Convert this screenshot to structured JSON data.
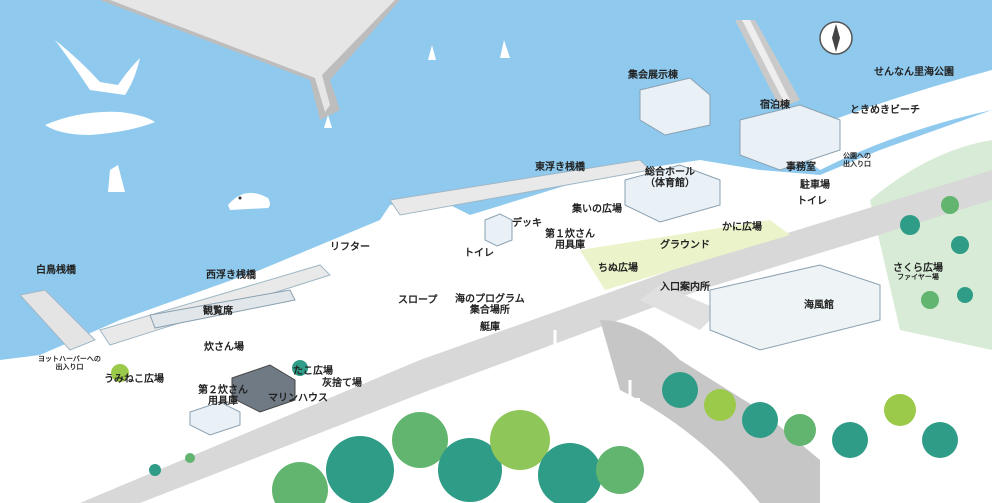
{
  "map": {
    "colors": {
      "sea": "#8fcaee",
      "land": "#ffffff",
      "road": "#c9c9c9",
      "field": "#eaf3c9",
      "tree_dark": "#2e9c86",
      "tree_light": "#9bc94a"
    },
    "labels": {
      "shukai_tenjito": "集会展示棟",
      "sennan_park": "せんなん里海公園",
      "shukuhakuto": "宿泊棟",
      "tokimeki_beach": "ときめきビーチ",
      "park_entrance_1": "公園への",
      "park_entrance_2": "出入り口",
      "jimushitsu": "事務室",
      "chushajo_east": "駐車場",
      "toilet_east": "トイレ",
      "higashi_ukisanbashi": "東浮き桟橋",
      "sogo_hall_1": "総合ホール",
      "sogo_hall_2": "（体育館）",
      "tsudoi_hiroba": "集いの広場",
      "deck": "デッキ",
      "suisan_1_1": "第１炊さん",
      "suisan_1_2": "用具庫",
      "toilet_center": "トイレ",
      "kani_hiroba": "かに広場",
      "ground": "グラウンド",
      "lifter": "リフター",
      "shiratori_sanbashi": "白鳥桟橋",
      "nishi_ukisanbashi": "西浮き桟橋",
      "chinu_hiroba": "ちぬ広場",
      "iriguchi_annaijo": "入口案内所",
      "sakura_hiroba": "さくら広場",
      "fire_ba": "ファイヤー場",
      "kaifukan": "海風館",
      "slope": "スロープ",
      "umi_program_1": "海のプログラム",
      "umi_program_2": "集合場所",
      "teiko": "艇庫",
      "kanranseki": "観覧席",
      "suisanba": "炊さん場",
      "yacht_harbor_1": "ヨットハーバーへの",
      "yacht_harbor_2": "出入り口",
      "uminekohiroba": "うみねこ広場",
      "tako_hiroba": "たこ広場",
      "suisan_2_1": "第２炊さん",
      "suisan_2_2": "用具庫",
      "kansetsu_ba": "灰捨て場",
      "marine_house": "マリンハウス"
    },
    "icons": [
      "compass-icon",
      "seagull-icon",
      "whale-icon",
      "sailboat-icon",
      "tree-icon",
      "lamp-icon"
    ]
  }
}
